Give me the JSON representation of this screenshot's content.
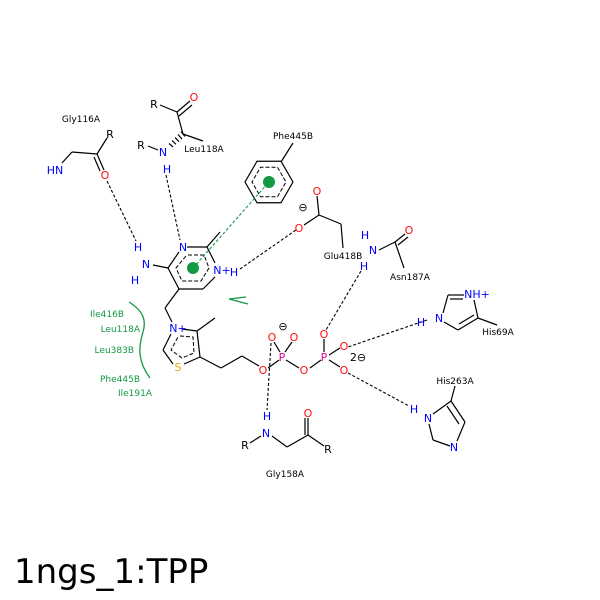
{
  "title": "1ngs_1:TPP",
  "residues": [
    "Gly116A",
    "Leu118A",
    "Phe445B",
    "Glu418B",
    "Asn187A",
    "His69A",
    "His263A",
    "Gly158A"
  ],
  "hydrophobic_residues": [
    "Ile416B",
    "Leu118A",
    "Leu383B",
    "Phe445B",
    "Ile191A"
  ],
  "atoms": [
    "O",
    "R",
    "N",
    "H",
    "R",
    "HN",
    "R",
    "O",
    "N",
    "N+",
    "H",
    "H",
    "N",
    "H",
    "N+",
    "S",
    "O",
    "P",
    "O",
    "O",
    "⊖",
    "O",
    "P",
    "O",
    "O",
    "O",
    "2⊖",
    "H",
    "N",
    "R",
    "O",
    "R",
    "O",
    "O",
    "⊖",
    "H",
    "N",
    "H",
    "O",
    "N",
    "NH+",
    "H",
    "N",
    "H",
    "N"
  ],
  "colors": {
    "carbon": "#000000",
    "oxygen": "#ff0d0d",
    "nitrogen": "#0000ff",
    "sulfur": "#e6a800",
    "phosphorus": "#e6009a",
    "hydrophobic": "#119944"
  }
}
